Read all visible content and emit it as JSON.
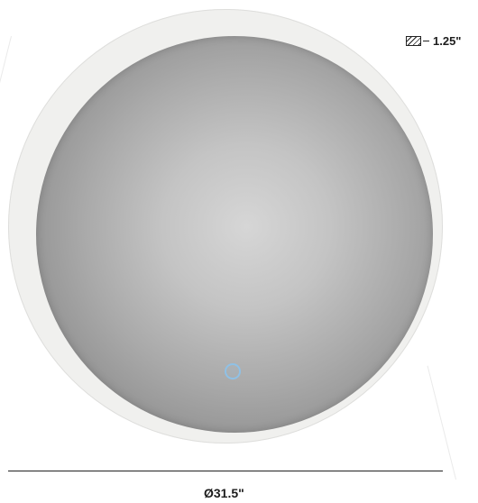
{
  "dimensions": {
    "thickness": "1.25\"",
    "diameter": "Ø31.5\""
  },
  "icons": {
    "thickness_symbol": "hatched-rectangle",
    "touch_sensor": "circle-outline"
  },
  "colors": {
    "sensor": "#8fc1e6",
    "frame": "#f0f0ee",
    "glass_center": "#d6d6d6",
    "glass_edge": "#787878",
    "line": "#222222"
  }
}
